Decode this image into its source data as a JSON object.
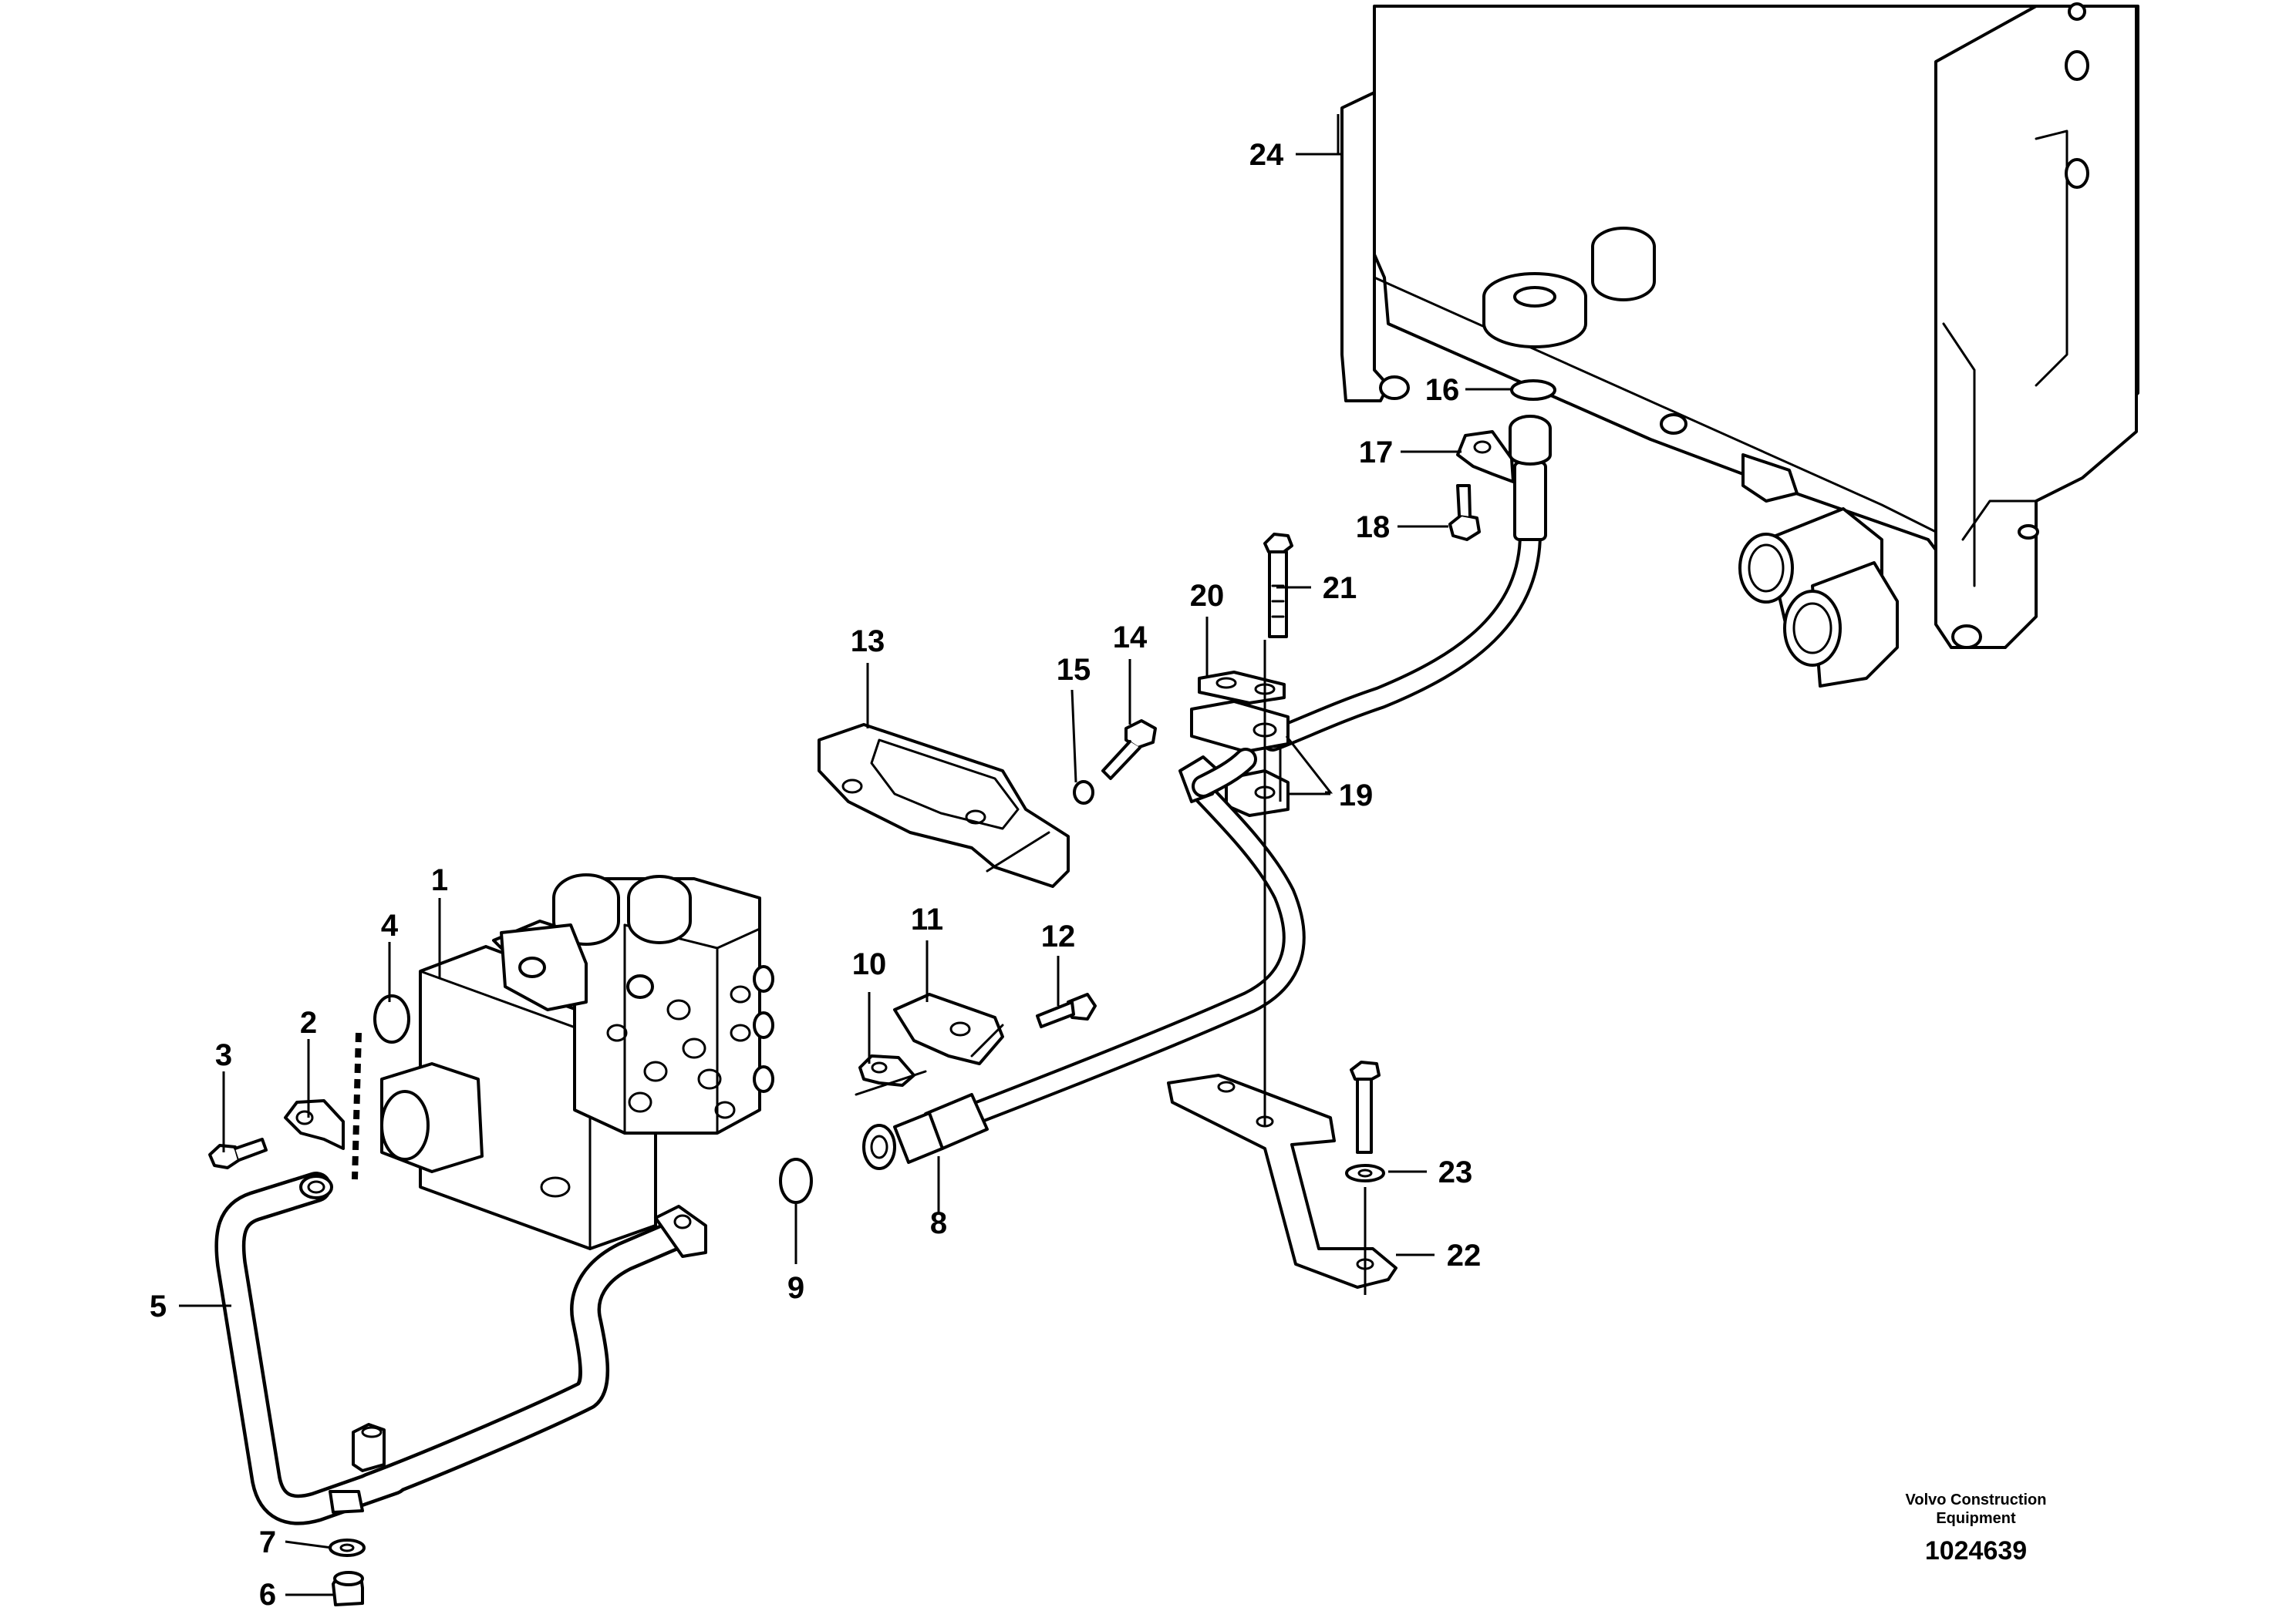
{
  "diagram": {
    "callouts": [
      "1",
      "2",
      "3",
      "4",
      "5",
      "6",
      "7",
      "8",
      "9",
      "10",
      "11",
      "12",
      "13",
      "14",
      "15",
      "16",
      "17",
      "18",
      "19",
      "20",
      "21",
      "22",
      "23",
      "24"
    ]
  },
  "branding": {
    "company_line1": "Volvo Construction",
    "company_line2": "Equipment",
    "drawing_number": "1024639"
  }
}
